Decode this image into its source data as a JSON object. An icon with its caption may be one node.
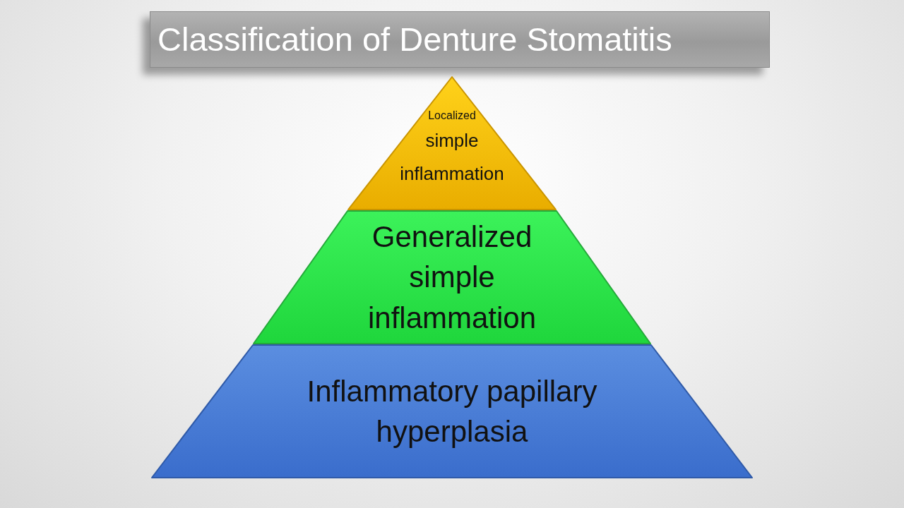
{
  "diagram": {
    "title": "Classification of Denture Stomatitis",
    "nodes": [
      {
        "text": [
          "Localized",
          "simple inflammation"
        ]
      },
      {
        "text": [
          "Generalized simple inflammation"
        ]
      },
      {
        "text": [
          "Inflammatory papillary hyperplasia"
        ]
      }
    ]
  }
}
